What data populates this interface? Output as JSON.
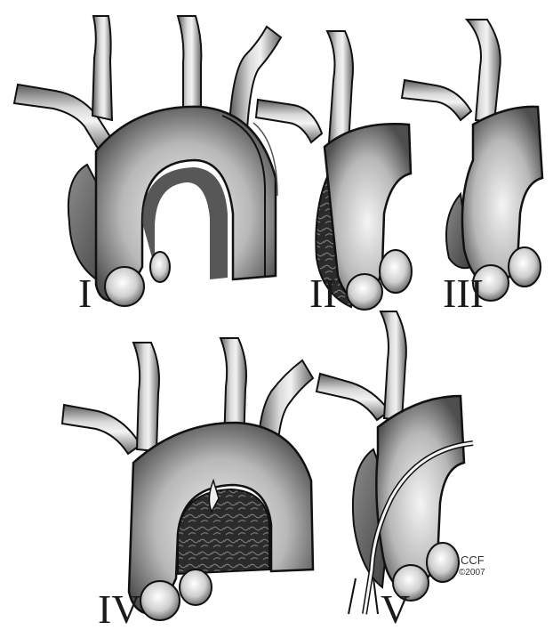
{
  "panels": [
    {
      "id": "I",
      "label": "I"
    },
    {
      "id": "II",
      "label": "II"
    },
    {
      "id": "III",
      "label": "III"
    },
    {
      "id": "IV",
      "label": "IV"
    },
    {
      "id": "V",
      "label": "V"
    }
  ],
  "credit": {
    "line1": "CCF",
    "line2": "©2007"
  },
  "colors": {
    "vessel_outline": "#111111",
    "vessel_light": "#f2f2f2",
    "vessel_mid": "#9a9a9a",
    "vessel_dark": "#4a4a4a",
    "lumen_dark": "#2b2b2b"
  }
}
